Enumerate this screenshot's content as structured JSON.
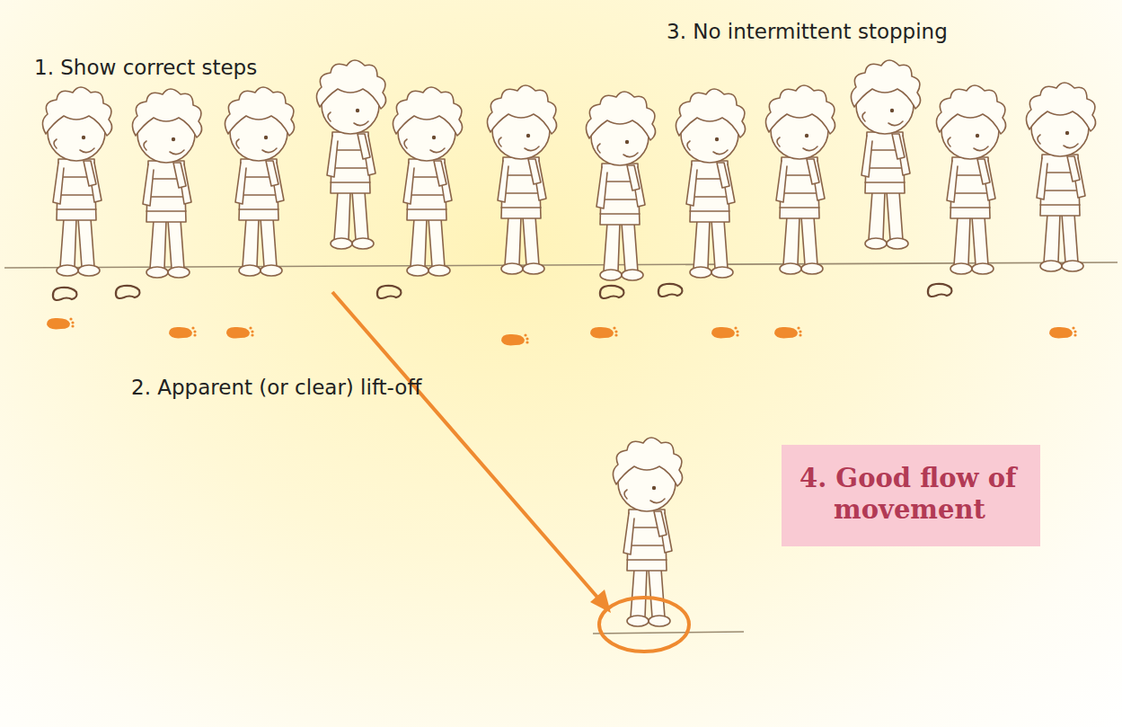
{
  "diagram": {
    "nodes": [
      {
        "text": [
          "4. Good flow of movement"
        ]
      }
    ],
    "labels": [
      "1. Show correct steps",
      "3. No intermittent stopping",
      "2. Apparent (or clear) lift-off"
    ]
  }
}
